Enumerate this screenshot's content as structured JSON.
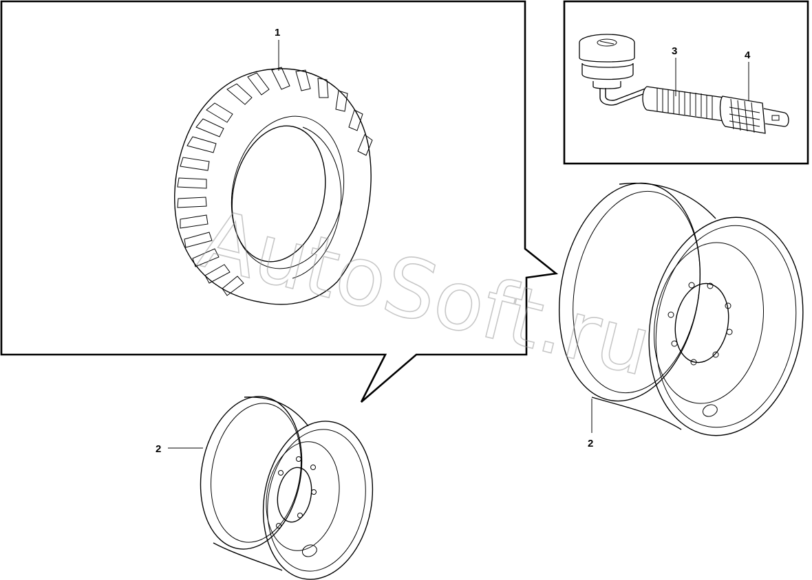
{
  "diagram": {
    "callouts": {
      "tire": "1",
      "rim_small": "2",
      "rim_large": "2",
      "valve_stem": "3",
      "valve_cap": "4"
    },
    "watermark": "AutoSoft.ru"
  }
}
